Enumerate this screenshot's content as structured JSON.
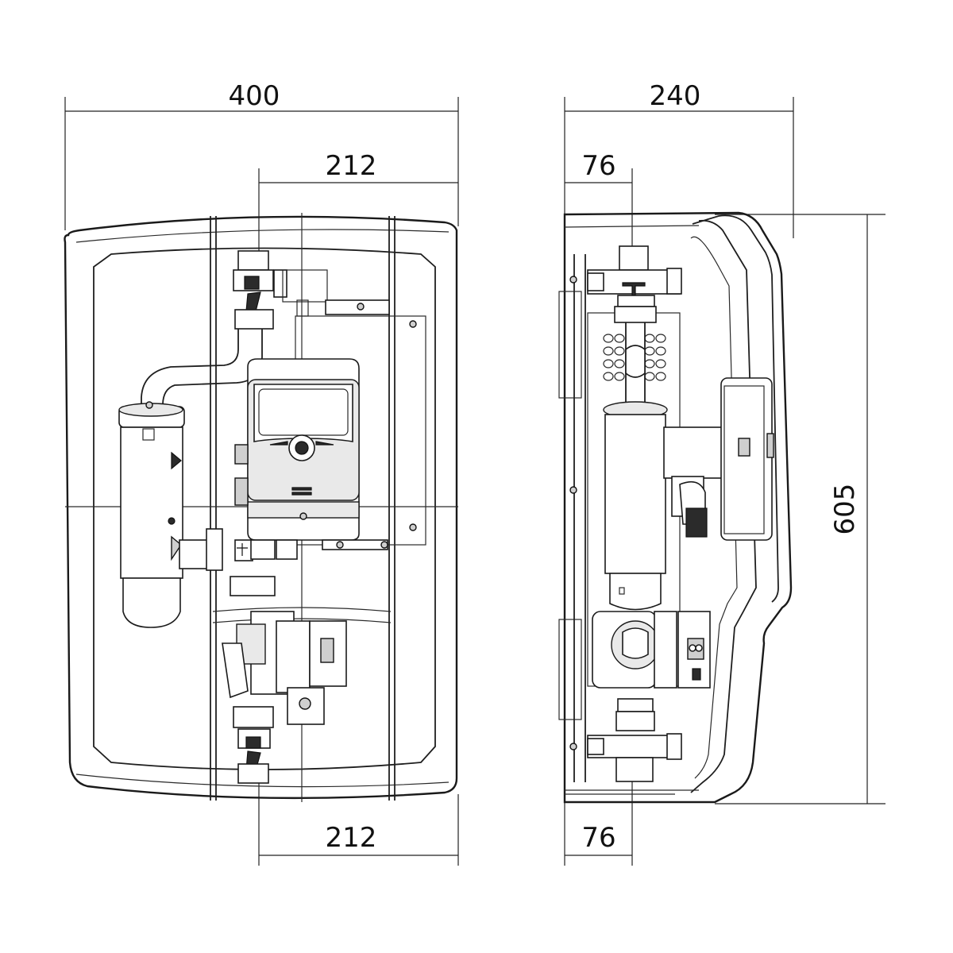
{
  "dimensions": {
    "front_width": "400",
    "front_offset_top": "212",
    "front_offset_bottom": "212",
    "side_depth": "240",
    "side_offset_top": "76",
    "side_offset_bottom": "76",
    "side_height": "605"
  },
  "colors": {
    "line": "#1a1a1a",
    "background": "#ffffff"
  }
}
